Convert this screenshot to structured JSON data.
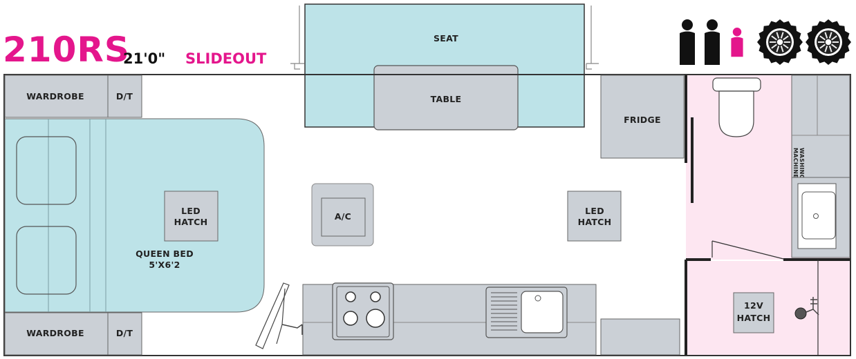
{
  "header": {
    "model": "210RS",
    "length": "21'0\"",
    "layout_type": "SLIDEOUT"
  },
  "colors": {
    "brand": "#e4168c",
    "slideout": "#bde3e8",
    "ensuite": "#fde6f1",
    "cabinet": "#cbd0d6",
    "outline": "#333333"
  },
  "capacity": {
    "icons": [
      "adult-person-icon",
      "adult-person-icon",
      "child-person-icon"
    ],
    "axles": [
      "tyre-icon",
      "tyre-icon"
    ]
  },
  "rooms": {
    "wardrobe_top": "WARDROBE",
    "dt_top": "D/T",
    "wardrobe_bottom": "WARDROBE",
    "dt_bottom": "D/T",
    "seat": "SEAT",
    "table": "TABLE",
    "fridge": "FRIDGE",
    "led_hatch_bed": [
      "LED",
      "HATCH"
    ],
    "led_hatch_kitchen": [
      "LED",
      "HATCH"
    ],
    "ac": "A/C",
    "queen_bed": [
      "QUEEN BED",
      "5'X6'2"
    ],
    "washing_machine": [
      "WASHING",
      "MACHINE"
    ],
    "hatch_12v": [
      "12V",
      "HATCH"
    ]
  }
}
